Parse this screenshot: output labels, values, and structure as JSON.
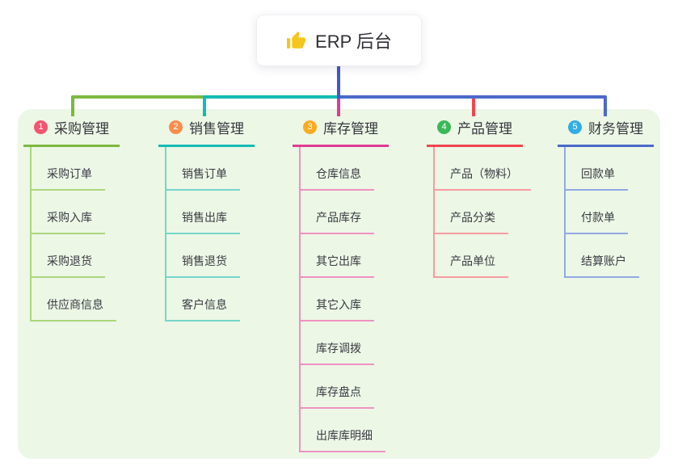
{
  "colors": {
    "page_background": "#ffffff",
    "panel_background": "#ecf7e6",
    "root_connector": "#4356ca",
    "thumb_icon": "#f5c51d",
    "text": "#36363d"
  },
  "root_node": {
    "icon": "thumbs-up-icon",
    "label": "ERP 后台"
  },
  "branches": [
    {
      "badge": "1",
      "label": "采购管理",
      "badge_color": "#f4546d",
      "line_color": "#7cb93e",
      "child_line_color": "#abd77d",
      "children": [
        "采购订单",
        "采购入库",
        "采购退货",
        "供应商信息"
      ]
    },
    {
      "badge": "2",
      "label": "销售管理",
      "badge_color": "#f88d4e",
      "line_color": "#13bcb4",
      "child_line_color": "#76d6cb",
      "children": [
        "销售订单",
        "销售出库",
        "销售退货",
        "客户信息"
      ]
    },
    {
      "badge": "3",
      "label": "库存管理",
      "badge_color": "#fbab1f",
      "line_color": "#e03a94",
      "child_line_color": "#ef92c2",
      "children": [
        "仓库信息",
        "产品库存",
        "其它出库",
        "其它入库",
        "库存调拨",
        "库存盘点",
        "出库库明细"
      ]
    },
    {
      "badge": "4",
      "label": "产品管理",
      "badge_color": "#3bb95a",
      "line_color": "#f2454f",
      "child_line_color": "#f79ba0",
      "children": [
        "产品（物料）",
        "产品分类",
        "产品单位"
      ]
    },
    {
      "badge": "5",
      "label": "财务管理",
      "badge_color": "#32ade2",
      "line_color": "#4a6ac8",
      "child_line_color": "#92a8e2",
      "children": [
        "回款单",
        "付款单",
        "结算账户"
      ]
    }
  ]
}
